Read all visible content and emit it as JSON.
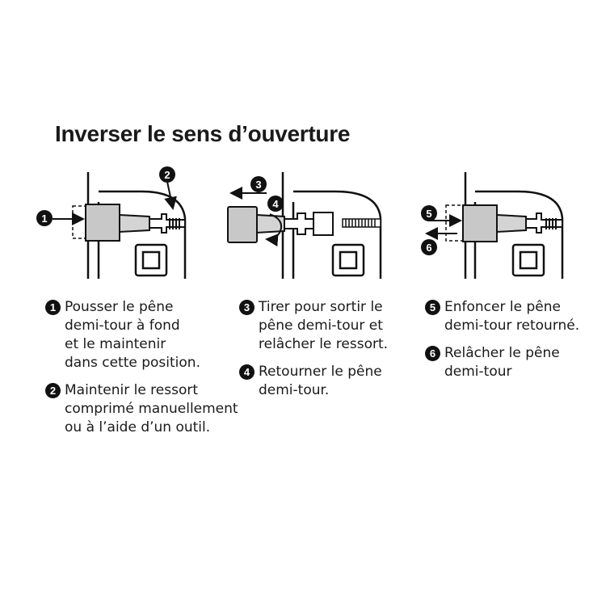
{
  "title": "Inverser le sens d’ouverture",
  "markers": [
    "1",
    "2",
    "3",
    "4",
    "5",
    "6"
  ],
  "steps": [
    {
      "num": "1",
      "text": "Pousser le pêne\ndemi-tour à fond\net le maintenir\ndans cette position."
    },
    {
      "num": "2",
      "text": "Maintenir le ressort\ncomprimé manuellement\nou à l’aide d’un outil."
    },
    {
      "num": "3",
      "text": "Tirer pour sortir le\npêne demi-tour et\nrelâcher le ressort."
    },
    {
      "num": "4",
      "text": "Retourner le pêne\ndemi-tour."
    },
    {
      "num": "5",
      "text": "Enfoncer le pêne\ndemi-tour retourné."
    },
    {
      "num": "6",
      "text": "Relâcher le pêne\ndemi-tour"
    }
  ],
  "colors": {
    "ink": "#111111",
    "latch": "#c8c8c8",
    "background": "#ffffff"
  }
}
